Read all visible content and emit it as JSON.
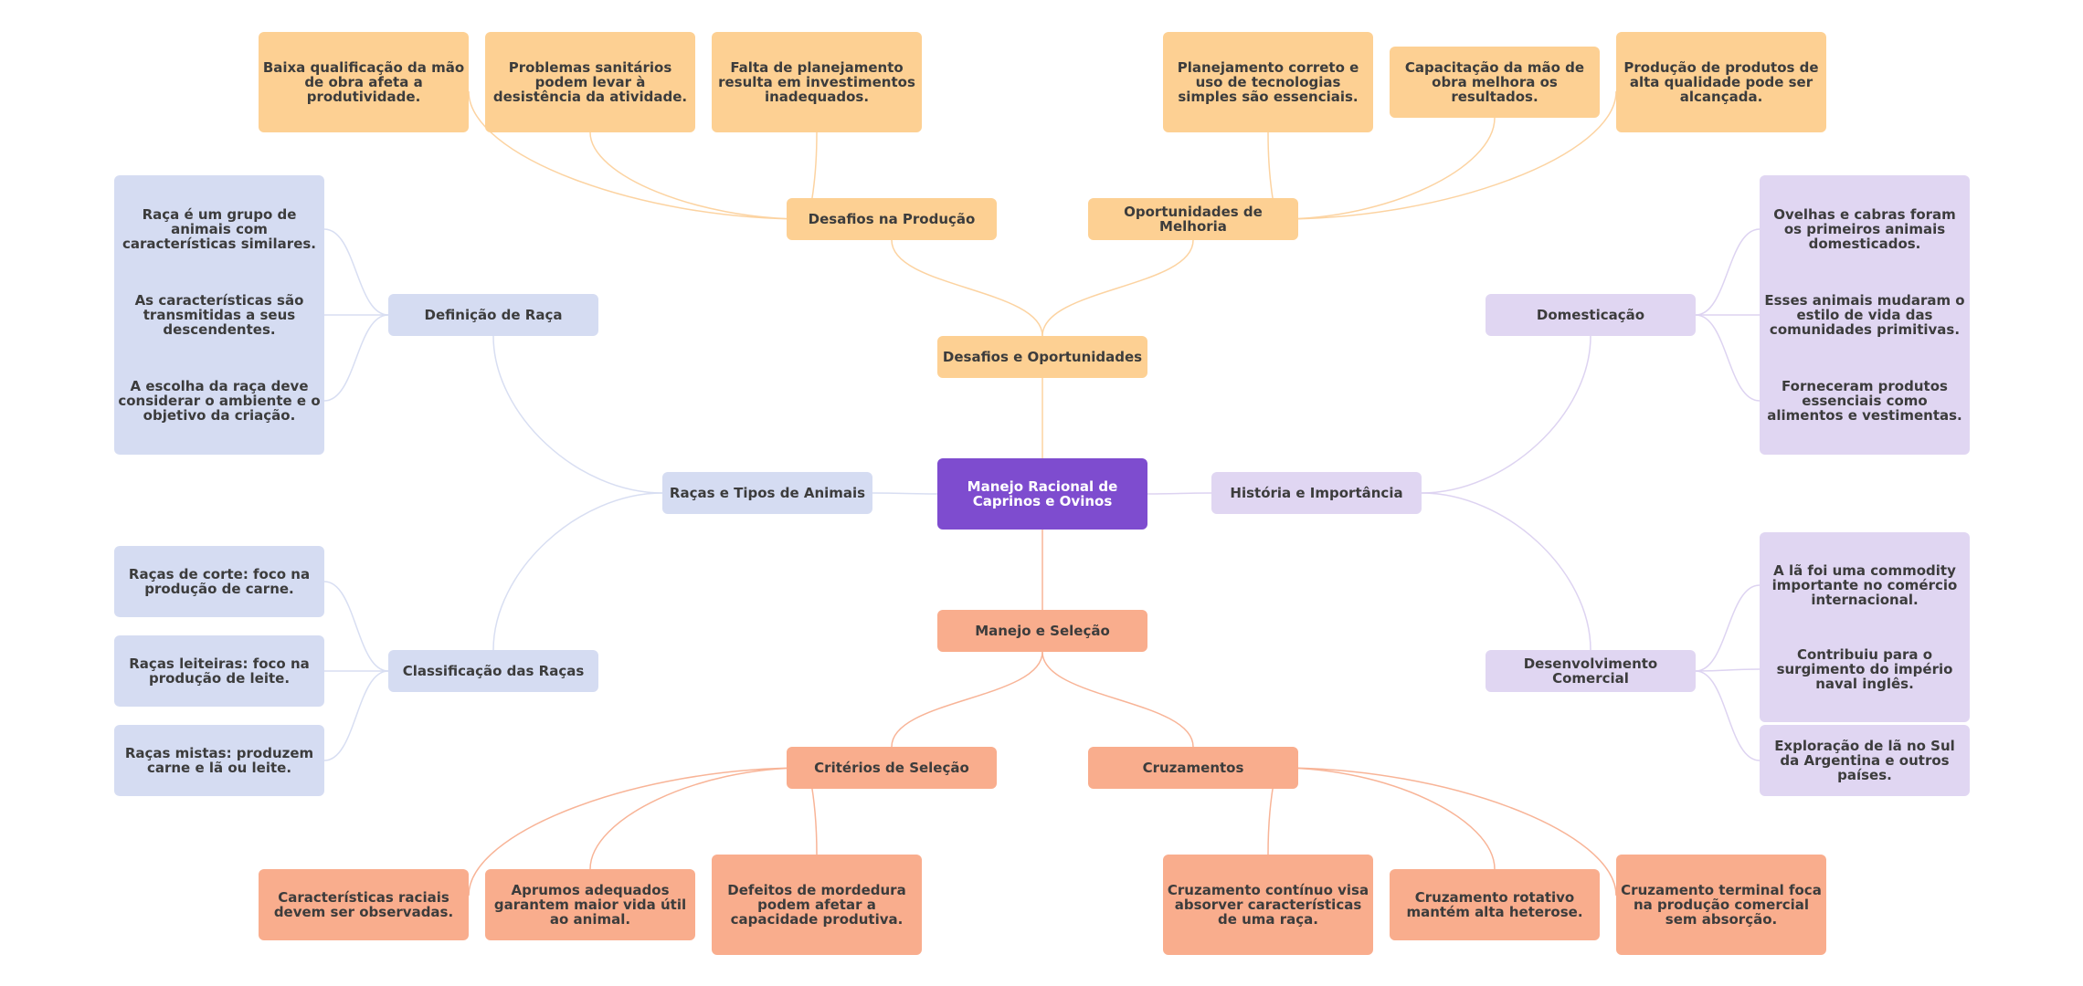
{
  "root": {
    "label": "Manejo Racional de Caprinos e Ovinos"
  },
  "challenges": {
    "label": "Desafios e Oportunidades",
    "production": {
      "label": "Desafios na Produção",
      "items": [
        "Baixa qualificação da mão de obra afeta a produtividade.",
        "Problemas sanitários podem levar à desistência da atividade.",
        "Falta de planejamento resulta em investimentos inadequados."
      ]
    },
    "improvement": {
      "label": "Oportunidades de Melhoria",
      "items": [
        "Planejamento correto e uso de tecnologias simples são essenciais.",
        "Capacitação da mão de obra melhora os resultados.",
        "Produção de produtos de alta qualidade pode ser alcançada."
      ]
    }
  },
  "breeds": {
    "label": "Raças e Tipos de Animais",
    "definition": {
      "label": "Definição de Raça",
      "items": [
        "Raça é um grupo de animais com características similares.",
        "As características são transmitidas a seus descendentes.",
        "A escolha da raça deve considerar o ambiente e o objetivo da criação."
      ]
    },
    "classification": {
      "label": "Classificação das Raças",
      "items": [
        "Raças de corte: foco na produção de carne.",
        "Raças leiteiras: foco na produção de leite.",
        "Raças mistas: produzem carne e lã ou leite."
      ]
    }
  },
  "history": {
    "label": "História e Importância",
    "domestication": {
      "label": "Domesticação",
      "items": [
        "Ovelhas e cabras foram os primeiros animais domesticados.",
        "Esses animais mudaram o estilo de vida das comunidades primitivas.",
        "Forneceram produtos essenciais como alimentos e vestimentas."
      ]
    },
    "commercial": {
      "label": "Desenvolvimento Comercial",
      "items": [
        "A lã foi uma commodity importante no comércio internacional.",
        "Contribuiu para o surgimento do império naval inglês.",
        "Exploração de lã no Sul da Argentina e outros países."
      ]
    }
  },
  "management": {
    "label": "Manejo e Seleção",
    "criteria": {
      "label": "Critérios de Seleção",
      "items": [
        "Características raciais devem ser observadas.",
        "Aprumos adequados garantem maior vida útil ao animal.",
        "Defeitos de mordedura podem afetar a capacidade produtiva."
      ]
    },
    "crosses": {
      "label": "Cruzamentos",
      "items": [
        "Cruzamento contínuo visa absorver características de uma raça.",
        "Cruzamento rotativo mantém alta heterose.",
        "Cruzamento terminal foca na produção comercial sem absorção."
      ]
    }
  },
  "colors": {
    "root": "#7e4ccf",
    "orange": "#fdd093",
    "salmon": "#f9ad8d",
    "blue": "#d5dcf2",
    "purple": "#e0d6f2"
  }
}
